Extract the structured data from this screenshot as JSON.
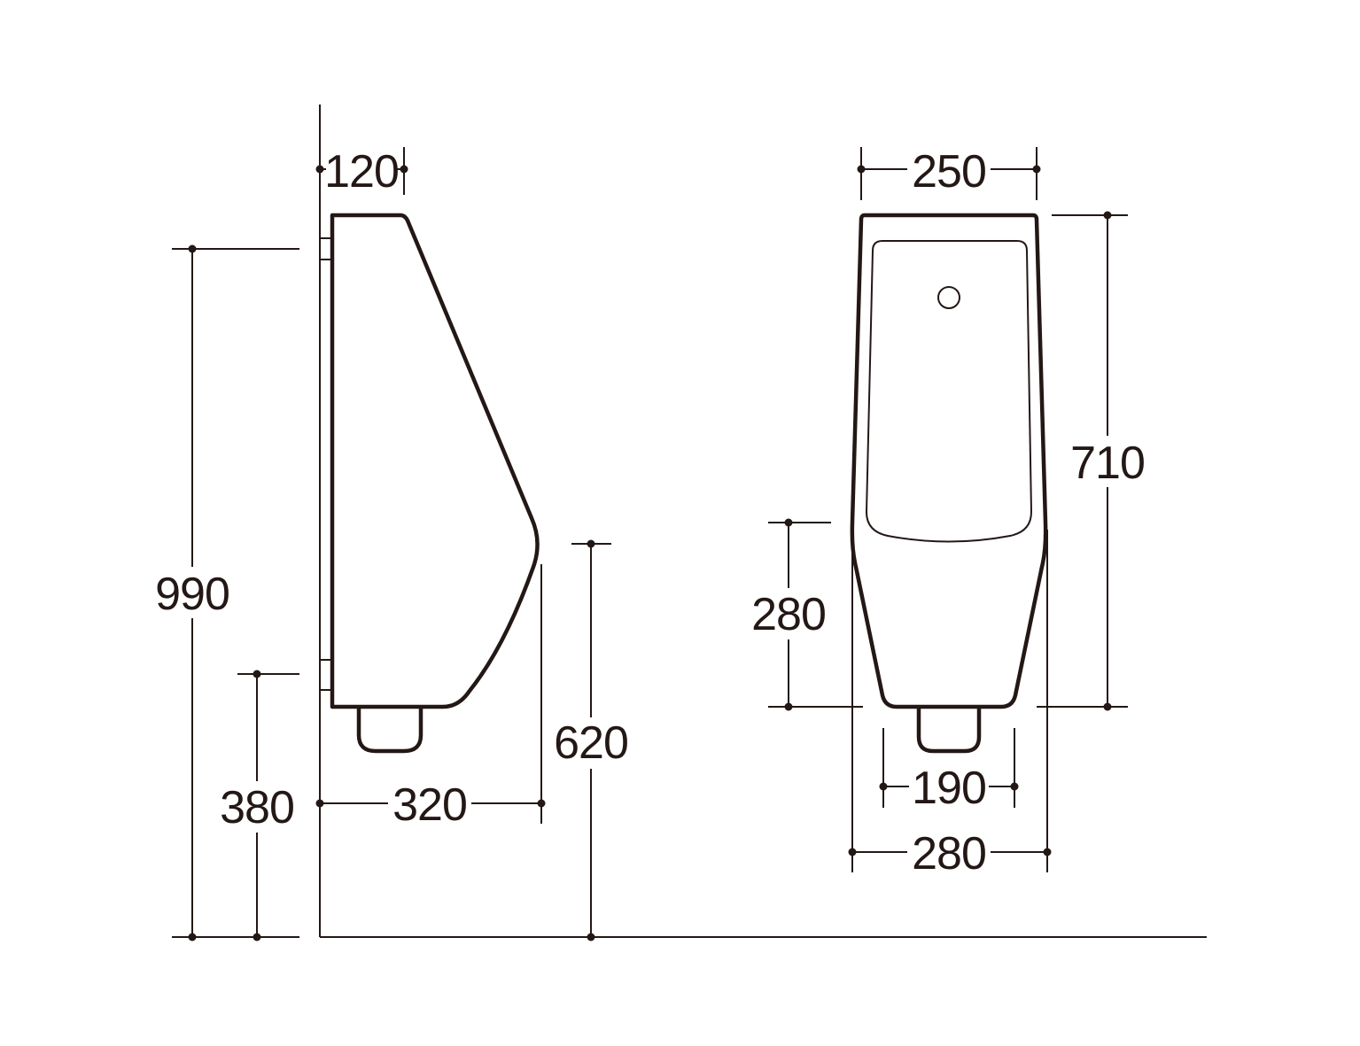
{
  "dimensions": {
    "side_wall_depth": "120",
    "side_total_height": "990",
    "side_bottom_height": "380",
    "side_depth": "320",
    "side_rim_height": "620",
    "front_top_width": "250",
    "front_body_height": "710",
    "front_bowl_height": "280",
    "front_outlet_width": "190",
    "front_max_width": "280"
  },
  "colors": {
    "line": "#231815",
    "background": "#ffffff"
  }
}
